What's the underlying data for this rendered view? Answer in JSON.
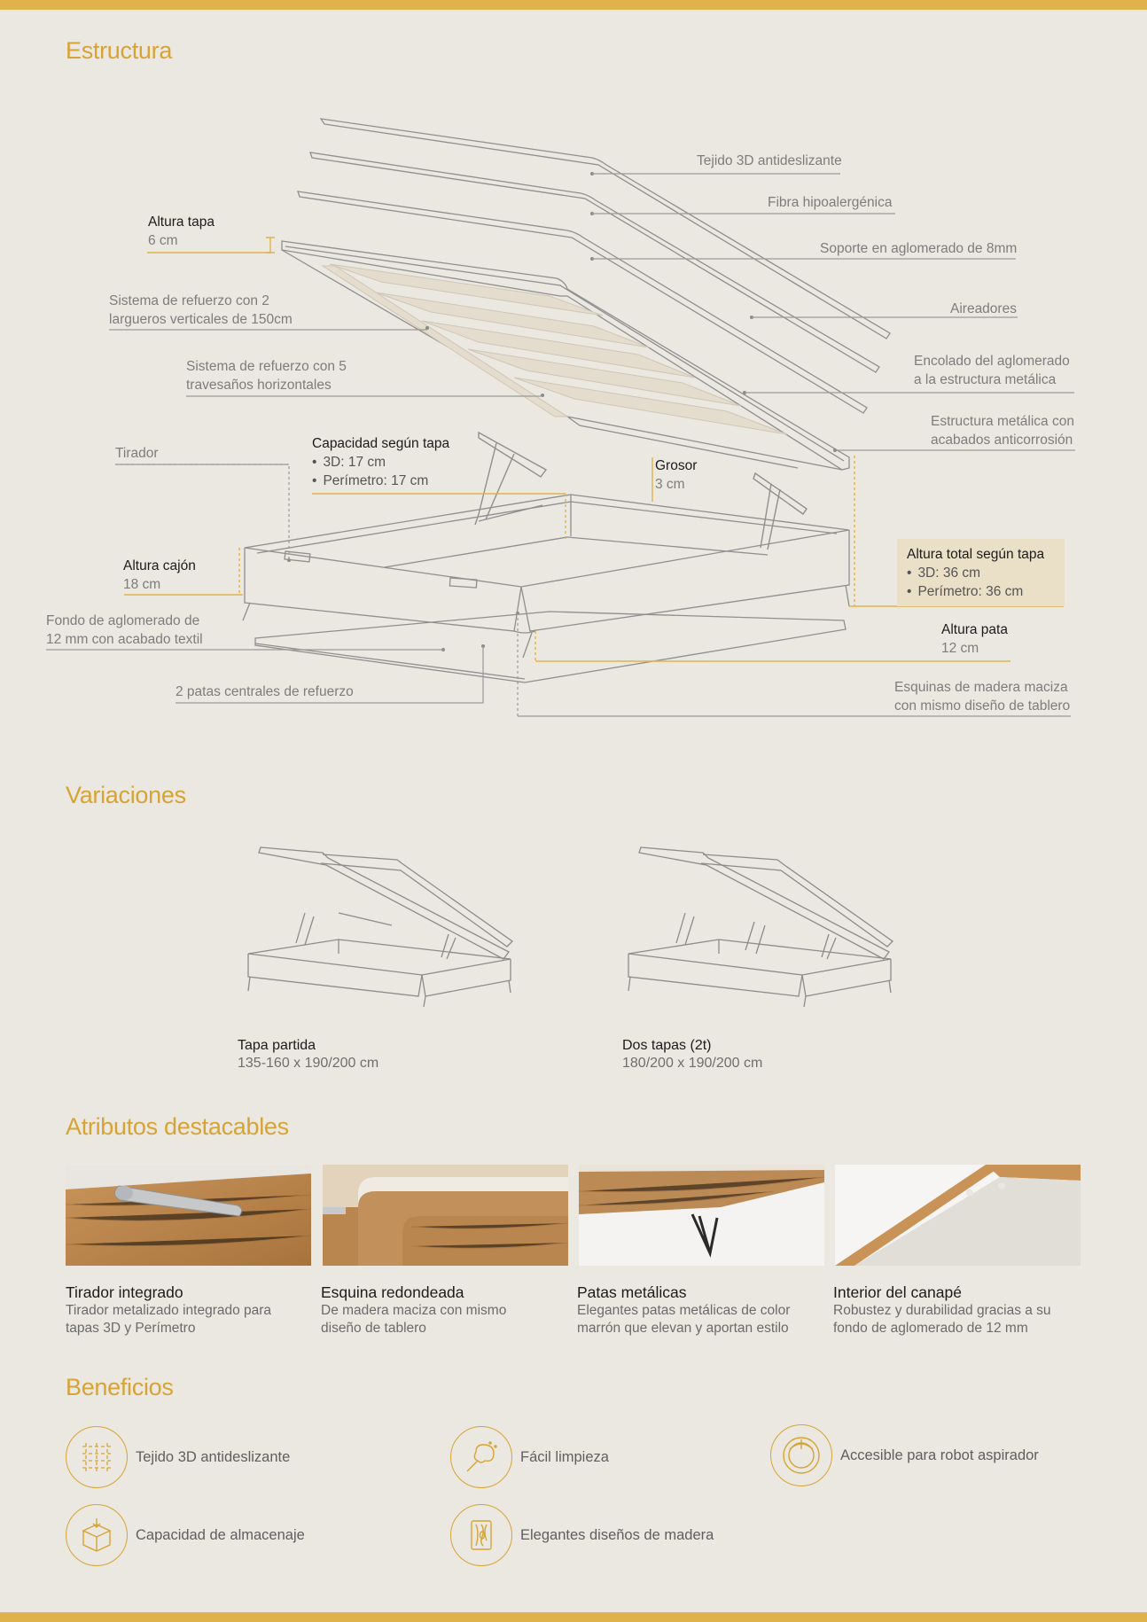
{
  "colors": {
    "accent": "#d7a434",
    "bar": "#e0b24c",
    "background": "#ebe7e1",
    "highlight_box": "#eadfc7"
  },
  "sections": {
    "estructura": "Estructura",
    "variaciones": "Variaciones",
    "atributos": "Atributos destacables",
    "beneficios": "Beneficios"
  },
  "estructura": {
    "altura_tapa": {
      "title": "Altura tapa",
      "value": "6 cm"
    },
    "tejido": "Tejido 3D antideslizante",
    "fibra": "Fibra hipoalergénica",
    "soporte": "Soporte en aglomerado de 8mm",
    "aireadores": "Aireadores",
    "largueros": [
      "Sistema de refuerzo con 2",
      "largueros verticales de 150cm"
    ],
    "travesanos": [
      "Sistema de refuerzo con 5",
      "travesaños horizontales"
    ],
    "encolado": [
      "Encolado del aglomerado",
      "a la estructura metálica"
    ],
    "estructura_metalica": [
      "Estructura metálica con",
      "acabados anticorrosión"
    ],
    "tirador": "Tirador",
    "capacidad": {
      "title": "Capacidad según tapa",
      "items": [
        "3D: 17 cm",
        "Perímetro: 17 cm"
      ]
    },
    "grosor": {
      "title": "Grosor",
      "value": "3 cm"
    },
    "altura_cajon": {
      "title": "Altura cajón",
      "value": "18 cm"
    },
    "altura_total": {
      "title": "Altura total según tapa",
      "items": [
        "3D: 36 cm",
        "Perímetro: 36 cm"
      ]
    },
    "fondo": [
      "Fondo de aglomerado de",
      "12 mm con acabado textil"
    ],
    "altura_pata": {
      "title": "Altura pata",
      "value": "12 cm"
    },
    "patas_centrales": "2 patas centrales de refuerzo",
    "esquinas": [
      "Esquinas de madera maciza",
      "con mismo diseño de tablero"
    ]
  },
  "variaciones": [
    {
      "title": "Tapa partida",
      "dims": "135-160 x 190/200 cm"
    },
    {
      "title": "Dos tapas (2t)",
      "dims": "180/200 x 190/200 cm"
    }
  ],
  "atributos": [
    {
      "title": "Tirador integrado",
      "desc": "Tirador metalizado integrado para tapas 3D y Perímetro"
    },
    {
      "title": "Esquina redondeada",
      "desc": "De madera maciza con mismo diseño de tablero"
    },
    {
      "title": "Patas metálicas",
      "desc": "Elegantes patas metálicas de color marrón que elevan y aportan estilo"
    },
    {
      "title": "Interior del canapé",
      "desc": "Robustez y durabilidad gracias a su fondo de aglomerado de 12 mm"
    }
  ],
  "beneficios": [
    {
      "label": "Tejido 3D antideslizante",
      "icon": "fabric-icon"
    },
    {
      "label": "Fácil limpieza",
      "icon": "duster-icon"
    },
    {
      "label": "Accesible para robot aspirador",
      "icon": "robot-vacuum-icon"
    },
    {
      "label": "Capacidad de almacenaje",
      "icon": "storage-box-icon"
    },
    {
      "label": "Elegantes diseños de madera",
      "icon": "wood-grain-icon"
    }
  ]
}
